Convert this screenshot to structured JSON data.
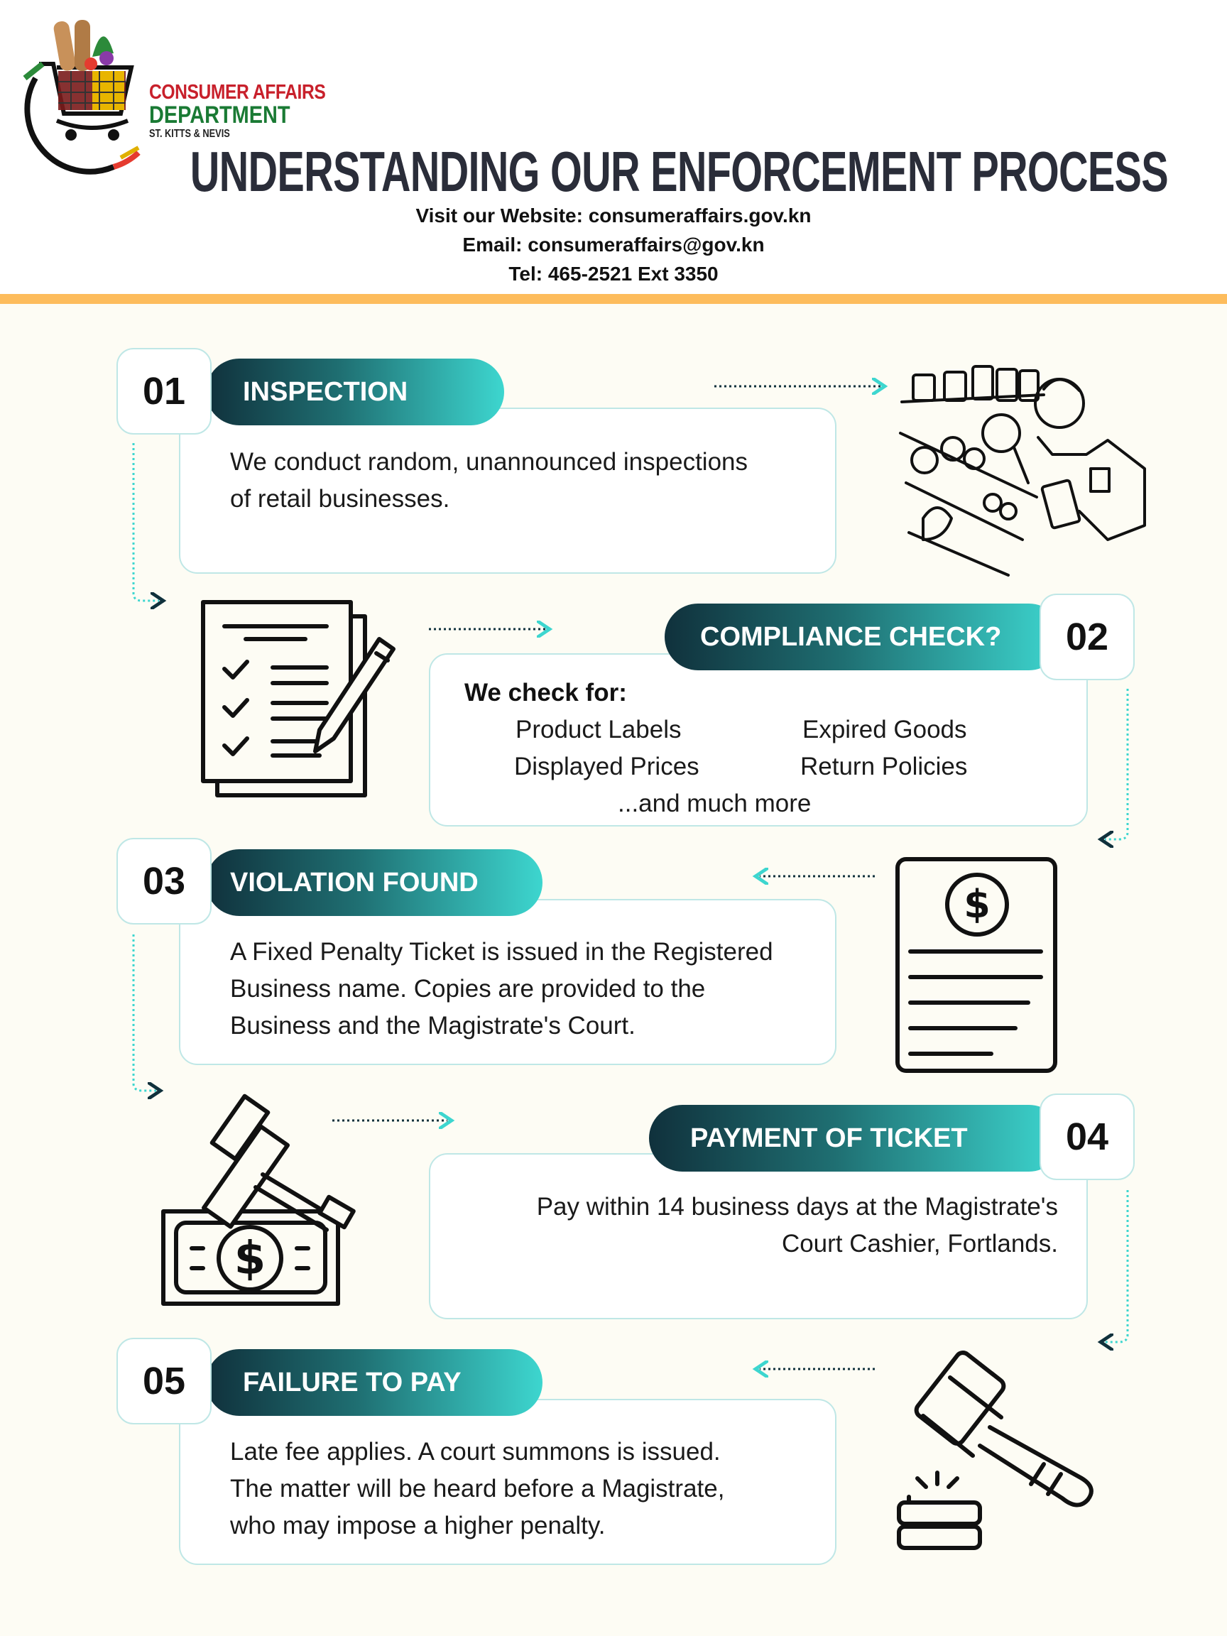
{
  "logo": {
    "line1": "CONSUMER AFFAIRS",
    "line2": "DEPARTMENT",
    "line3": "ST. KITTS & NEVIS"
  },
  "header": {
    "title": "UNDERSTANDING OUR ENFORCEMENT PROCESS",
    "website": "Visit our Website: consumeraffairs.gov.kn",
    "email": "Email: consumeraffairs@gov.kn",
    "tel": "Tel: 465-2521 Ext 3350"
  },
  "colors": {
    "accent_orange": "#fdbc5c",
    "teal_dark": "#10313c",
    "teal_light": "#3dd6cf",
    "background": "#fdfcf4"
  },
  "steps": [
    {
      "number": "01",
      "title": "INSPECTION",
      "text_lines": [
        "We conduct random, unannounced inspections",
        "of retail businesses."
      ],
      "icon": "inspector-icon"
    },
    {
      "number": "02",
      "title": "COMPLIANCE CHECK?",
      "intro": "We check for:",
      "items": [
        "Product Labels",
        "Expired Goods",
        "Displayed Prices",
        "Return Policies"
      ],
      "more": "...and much more",
      "icon": "checklist-icon"
    },
    {
      "number": "03",
      "title": "VIOLATION FOUND",
      "text_lines": [
        "A Fixed Penalty Ticket is issued in the Registered",
        "Business name. Copies are provided to the",
        "Business and the Magistrate's Court."
      ],
      "icon": "invoice-icon"
    },
    {
      "number": "04",
      "title": "PAYMENT OF TICKET",
      "text_lines": [
        "Pay within 14 business days at the Magistrate's",
        "Court Cashier, Fortlands."
      ],
      "icon": "gavel-money-icon"
    },
    {
      "number": "05",
      "title": "FAILURE TO PAY",
      "text_lines": [
        "Late fee applies. A court summons is issued.",
        "The matter will be heard before a Magistrate,",
        "who may impose a higher penalty."
      ],
      "icon": "gavel-icon"
    }
  ]
}
